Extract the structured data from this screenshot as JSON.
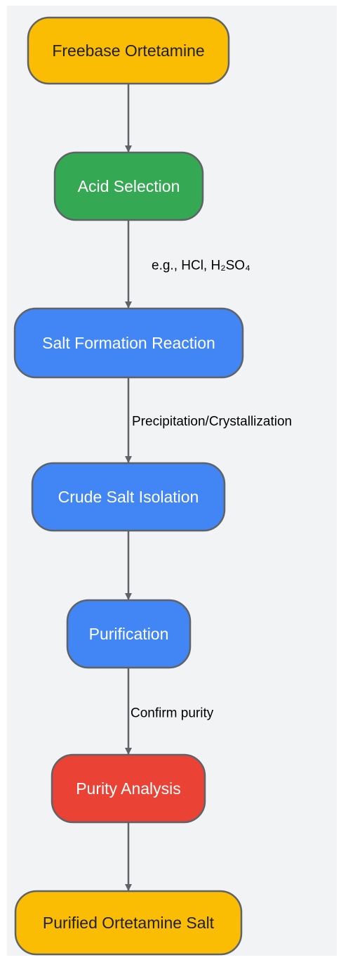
{
  "colors": {
    "background": "#f1f3f4",
    "edge": "#5f6368",
    "node_border": "#5f6368",
    "yellow": "#fbbc04",
    "green": "#34a853",
    "blue": "#4285f4",
    "red": "#ea4335",
    "text_dark": "#202124",
    "text_light": "#ffffff"
  },
  "nodes": [
    {
      "id": "freebase",
      "label": "Freebase Ortetamine",
      "fill": "yellow",
      "text": "text_dark"
    },
    {
      "id": "acid",
      "label": "Acid Selection",
      "fill": "green",
      "text": "text_light"
    },
    {
      "id": "salt",
      "label": "Salt Formation Reaction",
      "fill": "blue",
      "text": "text_light"
    },
    {
      "id": "crude",
      "label": "Crude Salt Isolation",
      "fill": "blue",
      "text": "text_light"
    },
    {
      "id": "purification",
      "label": "Purification",
      "fill": "blue",
      "text": "text_light"
    },
    {
      "id": "analysis",
      "label": "Purity Analysis",
      "fill": "red",
      "text": "text_light"
    },
    {
      "id": "product",
      "label": "Purified Ortetamine Salt",
      "fill": "yellow",
      "text": "text_dark"
    }
  ],
  "edges": [
    {
      "from": "freebase",
      "to": "acid",
      "label": ""
    },
    {
      "from": "acid",
      "to": "salt",
      "label": "e.g., HCl, H₂SO₄"
    },
    {
      "from": "salt",
      "to": "crude",
      "label": "Precipitation/Crystallization"
    },
    {
      "from": "crude",
      "to": "purification",
      "label": ""
    },
    {
      "from": "purification",
      "to": "analysis",
      "label": "Confirm purity"
    },
    {
      "from": "analysis",
      "to": "product",
      "label": ""
    }
  ]
}
